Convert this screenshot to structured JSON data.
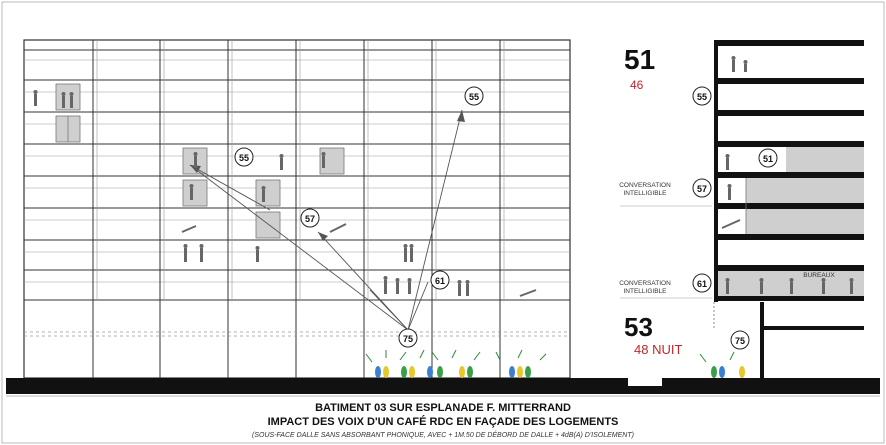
{
  "caption": {
    "title": "BATIMENT 03 SUR ESPLANADE F. MITTERRAND",
    "subtitle": "IMPACT DES VOIX D'UN CAFÉ RDC EN FAÇADE DES LOGEMENTS",
    "note": "(SOUS-FACE DALLE SANS ABSORBANT PHONIQUE, AVEC + 1M.50 DE DÉBORD DE DALLE + 4dB(A) D'ISOLEMENT)"
  },
  "section": {
    "top_level_big": "51",
    "top_level_small": "46",
    "ground_level_big": "53",
    "ground_level_small": "48 NUIT",
    "conversation_note_1": "CONVERSATION INTELLIGIBLE",
    "conversation_note_2": "CONVERSATION INTELLIGIBLE",
    "office_label": "BUREAUX"
  },
  "elevation_levels": {
    "source": "75",
    "l61": "61",
    "l57": "57",
    "l55a": "55",
    "l55b": "55"
  },
  "section_levels": {
    "s55": "55",
    "s51": "51",
    "s57": "57",
    "s61": "61",
    "s75": "75"
  },
  "colors": {
    "red": "#c0262c",
    "grey_fill": "#cfcfcf",
    "dark": "#111111"
  }
}
